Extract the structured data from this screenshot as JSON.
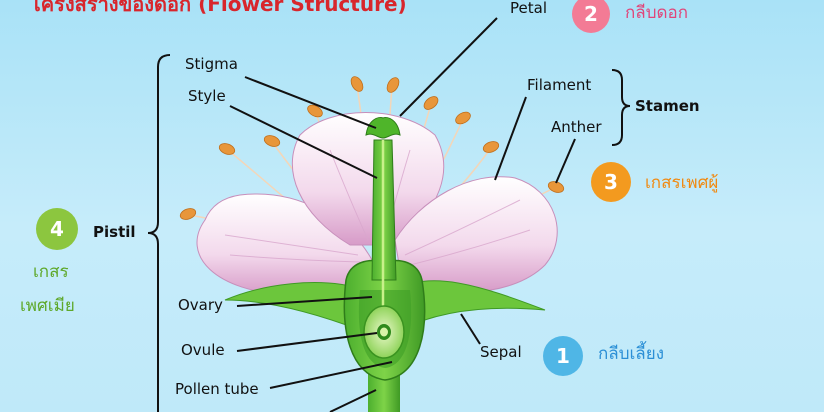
{
  "title": "โครงสร้างของดอก (Flower Structure)",
  "labels": {
    "petal": "Petal",
    "stigma": "Stigma",
    "style": "Style",
    "filament": "Filament",
    "anther": "Anther",
    "stamen": "Stamen",
    "pistil": "Pistil",
    "ovary": "Ovary",
    "ovule": "Ovule",
    "pollen_tube": "Pollen tube",
    "sepal": "Sepal"
  },
  "badges": [
    {
      "number": "1",
      "text": "กลีบเลี้ยง",
      "color": "#4fb6e6"
    },
    {
      "number": "2",
      "text": "กลีบดอก",
      "color": "#f37b95"
    },
    {
      "number": "3",
      "text": "เกสรเพศผู้",
      "color": "#f39a1f"
    },
    {
      "number": "4",
      "text_line1": "เกสร",
      "text_line2": "เพศเมีย",
      "color": "#8cc63f"
    }
  ],
  "colors": {
    "title": "#d8262c",
    "sepal_text": "#2b8fd6",
    "petal_text": "#e0467a",
    "stamen_text": "#f08a12",
    "pistil_text": "#5ea82a"
  }
}
